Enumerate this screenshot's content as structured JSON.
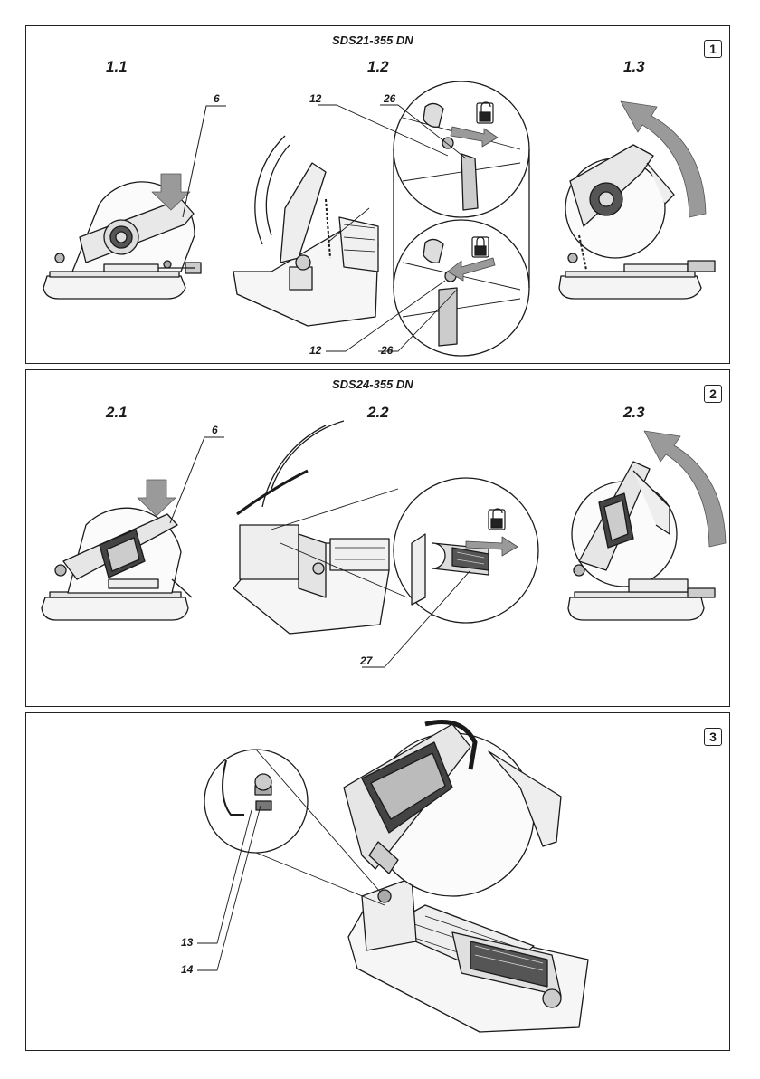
{
  "panels": [
    {
      "model": "SDS21-355 DN",
      "badge": "1",
      "figures": [
        "1.1",
        "1.2",
        "1.3"
      ],
      "callouts": [
        "6",
        "12",
        "26",
        "12",
        "26"
      ]
    },
    {
      "model": "SDS24-355 DN",
      "badge": "2",
      "figures": [
        "2.1",
        "2.2",
        "2.3"
      ],
      "callouts": [
        "6",
        "27"
      ]
    },
    {
      "model": "",
      "badge": "3",
      "figures": [],
      "callouts": [
        "13",
        "14"
      ]
    }
  ],
  "icons": [
    "unlock-icon",
    "lock-icon",
    "press-down-arrow",
    "rotate-up-arrow"
  ],
  "colors": {
    "line": "#1a1a1a",
    "arrow_fill": "#9a9a9a",
    "part_fill": "#d9d9d9",
    "dark": "#333333"
  }
}
